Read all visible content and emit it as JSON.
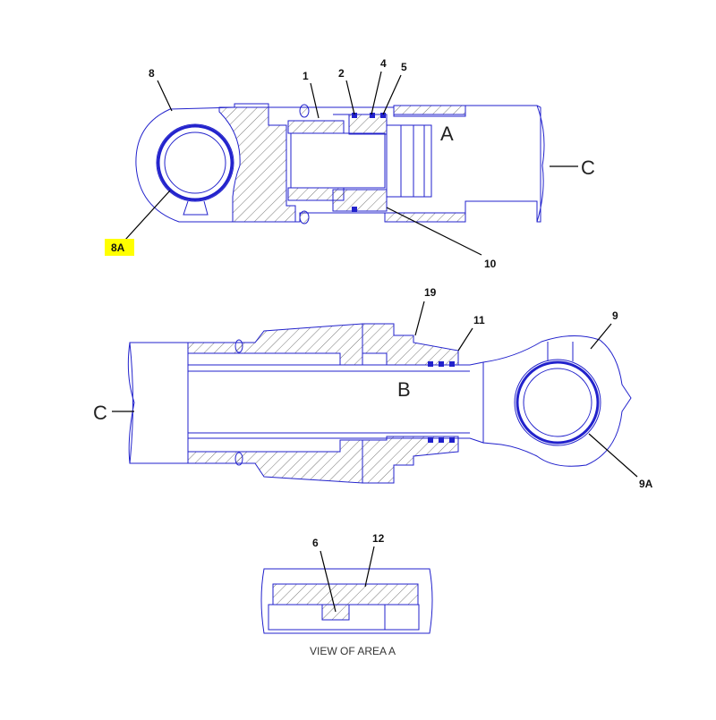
{
  "colors": {
    "outline": "#2222cc",
    "leader": "#000000",
    "highlight": "#ffff00"
  },
  "labels": {
    "p8": "8",
    "p1": "1",
    "p2": "2",
    "p4": "4",
    "p5": "5",
    "p8a": "8A",
    "p10": "10",
    "p19": "19",
    "p11": "11",
    "p9": "9",
    "p9a": "9A",
    "p6": "6",
    "p12": "12",
    "area_a": "A",
    "area_b": "B",
    "conn_c_top": "C",
    "conn_c_bottom": "C"
  },
  "caption": "VIEW OF AREA A",
  "highlighted_label": "8A"
}
